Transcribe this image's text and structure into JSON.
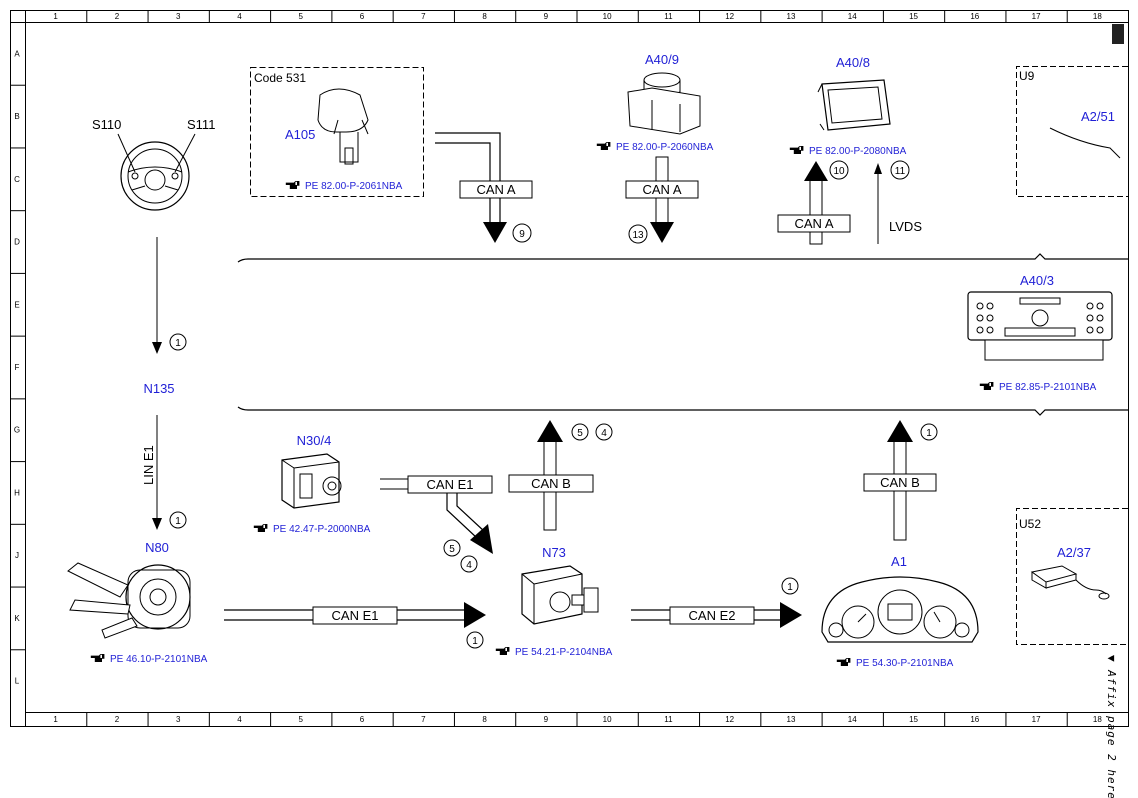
{
  "ruler": {
    "columns": [
      "1",
      "2",
      "3",
      "4",
      "5",
      "6",
      "7",
      "8",
      "9",
      "10",
      "11",
      "12",
      "13",
      "14",
      "15",
      "16",
      "17",
      "18"
    ],
    "rows": [
      "A",
      "B",
      "C",
      "D",
      "E",
      "F",
      "G",
      "H",
      "J",
      "K",
      "L"
    ]
  },
  "components": {
    "s110": "S110",
    "s111": "S111",
    "n135": "N135",
    "n80": "N80",
    "a105": "A105",
    "a40_9": "A40/9",
    "a40_8": "A40/8",
    "u9": "U9",
    "a2_51": "A2/51",
    "a40_3": "A40/3",
    "n30_4": "N30/4",
    "n73": "N73",
    "a1": "A1",
    "u52": "U52",
    "a2_37": "A2/37"
  },
  "refs": {
    "a105": "PE 82.00-P-2061NBA",
    "a40_9": "PE 82.00-P-2060NBA",
    "a40_8": "PE 82.00-P-2080NBA",
    "a40_3": "PE 82.85-P-2101NBA",
    "n30_4": "PE 42.47-P-2000NBA",
    "n80": "PE 46.10-P-2101NBA",
    "n73": "PE 54.21-P-2104NBA",
    "a1": "PE 54.30-P-2101NBA"
  },
  "code_box": "Code 531",
  "buses": {
    "can_a_1": "CAN A",
    "can_a_2": "CAN A",
    "can_a_3": "CAN A",
    "lvds": "LVDS",
    "lin_e1": "LIN E1",
    "can_e1_top": "CAN E1",
    "can_b_1": "CAN B",
    "can_b_2": "CAN B",
    "can_e1_bottom": "CAN E1",
    "can_e2": "CAN E2"
  },
  "markers": {
    "m9": "9",
    "m13": "13",
    "m10": "10",
    "m11": "11",
    "m1_a": "1",
    "m1_b": "1",
    "m5_a": "5",
    "m4_a": "4",
    "m1_c": "1",
    "m5_b": "5",
    "m4_b": "4",
    "m1_d": "1",
    "m1_e": "1"
  },
  "side_note": "▼ Affix page 2 here ▼"
}
